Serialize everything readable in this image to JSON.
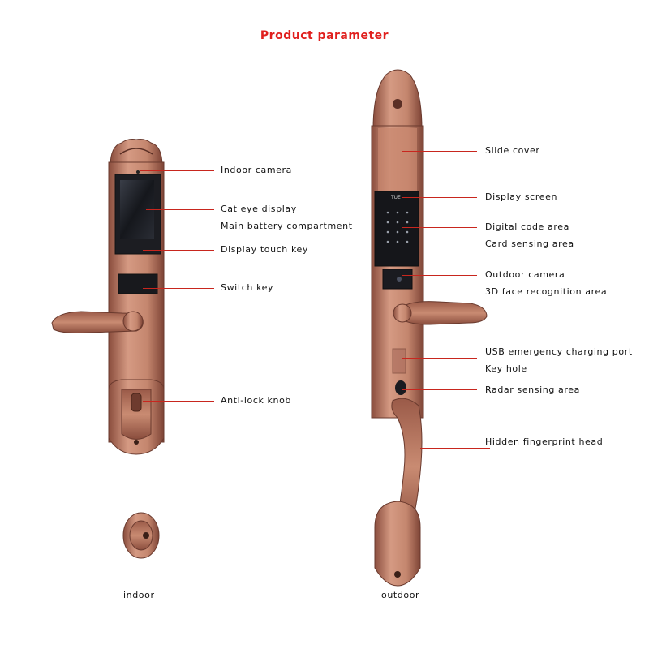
{
  "title": "Product parameter",
  "indoor": {
    "caption": "indoor",
    "labels": {
      "indoor_camera": "Indoor camera",
      "cat_eye_display": "Cat eye display",
      "main_battery": "Main battery compartment",
      "display_touch_key": "Display touch key",
      "switch_key": "Switch key",
      "anti_lock_knob": "Anti-lock knob"
    }
  },
  "outdoor": {
    "caption": "outdoor",
    "labels": {
      "slide_cover": "Slide cover",
      "display_screen": "Display screen",
      "digital_code_area": "Digital code area",
      "card_sensing_area": "Card sensing area",
      "outdoor_camera": "Outdoor camera",
      "face_recognition": "3D face recognition area",
      "usb_charging": "USB emergency charging port",
      "key_hole": "Key hole",
      "radar_sensing": "Radar sensing area",
      "hidden_fingerprint": "Hidden fingerprint head"
    },
    "screen_text": "TUE"
  },
  "colors": {
    "copper": "#b87a63",
    "copper_dark": "#7a4537",
    "leader": "#c8261e",
    "title": "#e0201e"
  }
}
